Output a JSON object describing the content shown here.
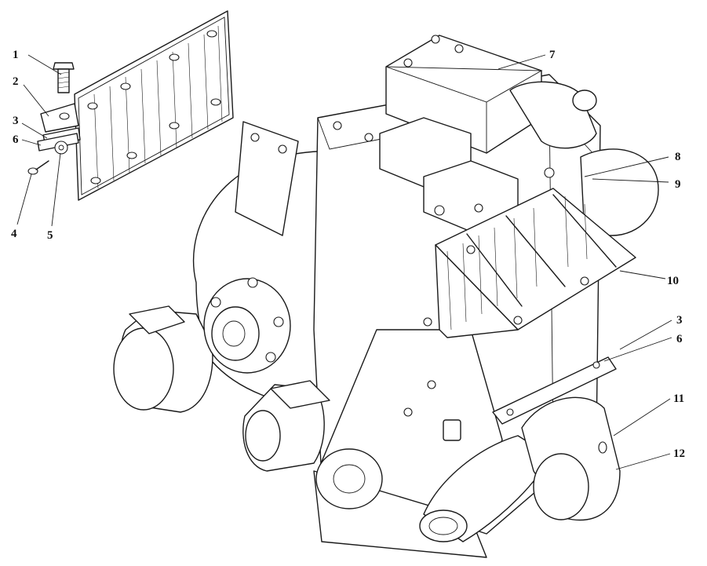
{
  "diagram": {
    "callouts": [
      {
        "id": "c1",
        "text": "1"
      },
      {
        "id": "c2",
        "text": "2"
      },
      {
        "id": "c3a",
        "text": "3"
      },
      {
        "id": "c6a",
        "text": "6"
      },
      {
        "id": "c4",
        "text": "4"
      },
      {
        "id": "c5",
        "text": "5"
      },
      {
        "id": "c7",
        "text": "7"
      },
      {
        "id": "c8",
        "text": "8"
      },
      {
        "id": "c9",
        "text": "9"
      },
      {
        "id": "c10",
        "text": "10"
      },
      {
        "id": "c3b",
        "text": "3"
      },
      {
        "id": "c6b",
        "text": "6"
      },
      {
        "id": "c11",
        "text": "11"
      },
      {
        "id": "c12",
        "text": "12"
      }
    ]
  }
}
